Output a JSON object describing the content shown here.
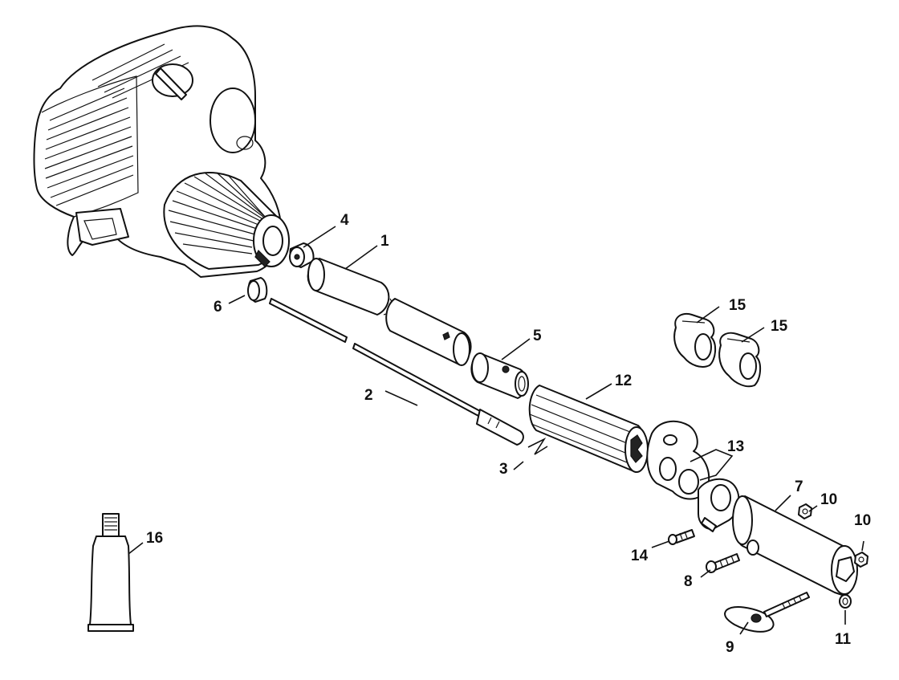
{
  "labels": {
    "p1": "1",
    "p2": "2",
    "p3": "3",
    "p4": "4",
    "p5": "5",
    "p6": "6",
    "p7": "7",
    "p8": "8",
    "p9": "9",
    "p10a": "10",
    "p10b": "10",
    "p11": "11",
    "p12": "12",
    "p13": "13",
    "p14": "14",
    "p15a": "15",
    "p15b": "15",
    "p16": "16"
  }
}
